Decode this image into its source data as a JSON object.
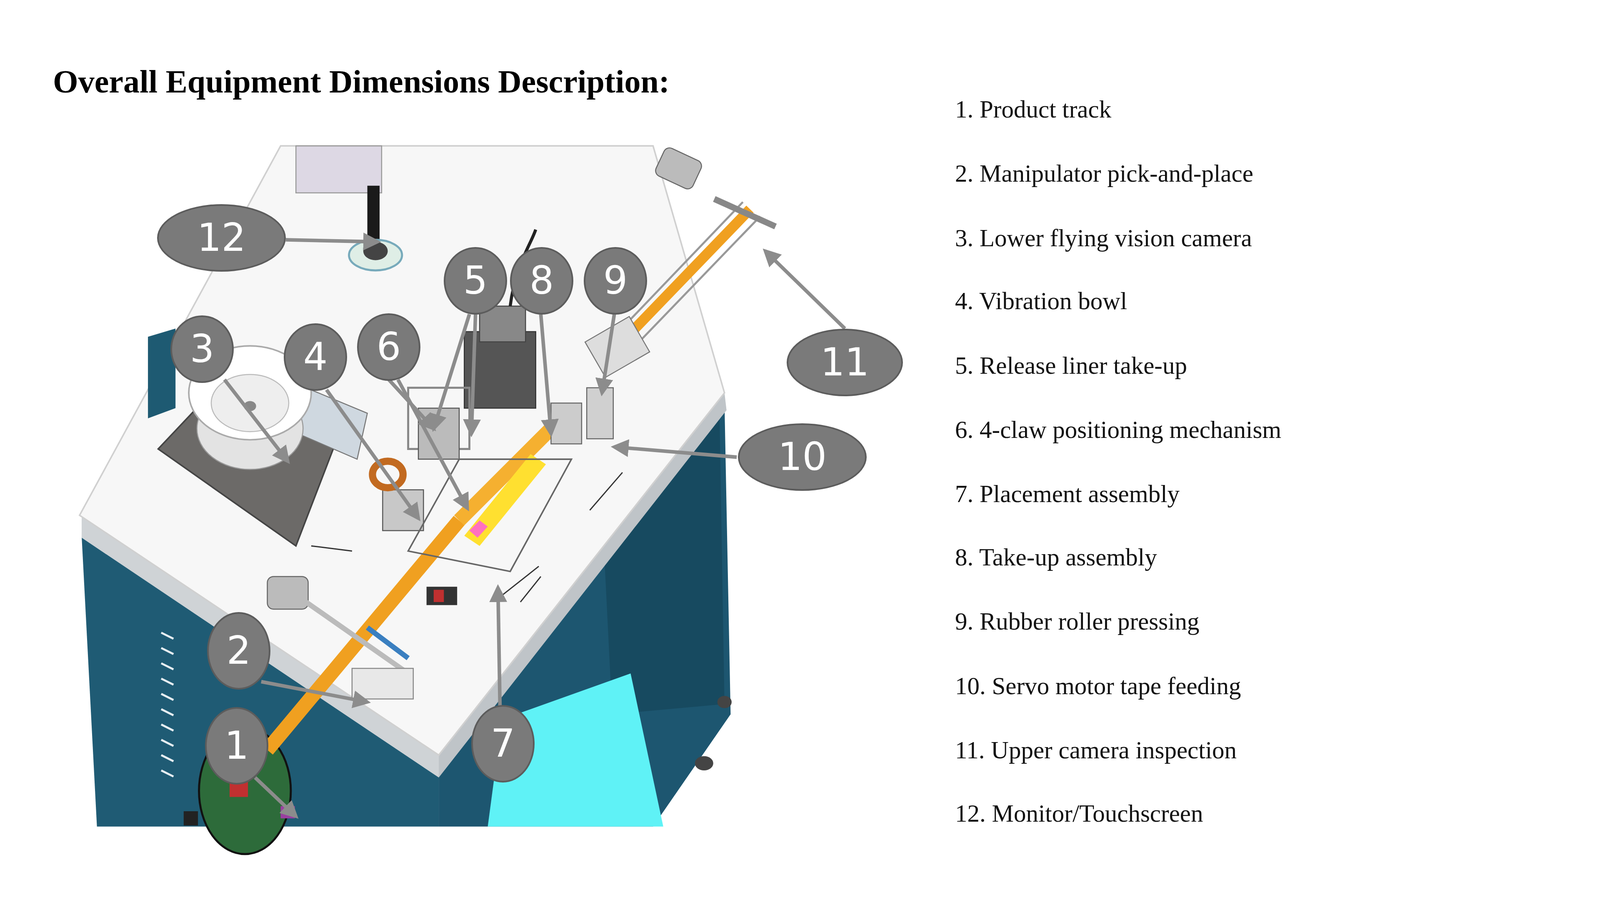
{
  "diagram": {
    "title": "Overall Equipment Dimensions Description:",
    "nodes": [
      {
        "text": [
          "12"
        ]
      },
      {
        "text": [
          "5"
        ]
      },
      {
        "text": [
          "8"
        ]
      },
      {
        "text": [
          "9"
        ]
      },
      {
        "text": [
          "3"
        ]
      },
      {
        "text": [
          "6"
        ]
      },
      {
        "text": [
          "4"
        ]
      },
      {
        "text": [
          "11"
        ]
      },
      {
        "text": [
          "10"
        ]
      },
      {
        "text": [
          "2"
        ]
      },
      {
        "text": [
          "1"
        ]
      },
      {
        "text": [
          "7"
        ]
      }
    ],
    "labels": [
      "1. Product track",
      "2. Manipulator pick-and-place",
      "3. Lower flying vision camera",
      "4. Vibration bowl",
      "5. Release liner take-up",
      "6. 4-claw positioning mechanism",
      "7. Placement assembly",
      "8. Take-up assembly",
      "9. Rubber roller pressing",
      "10. Servo motor tape feeding",
      "11. Upper camera inspection",
      "12. Monitor/Touchscreen"
    ]
  }
}
